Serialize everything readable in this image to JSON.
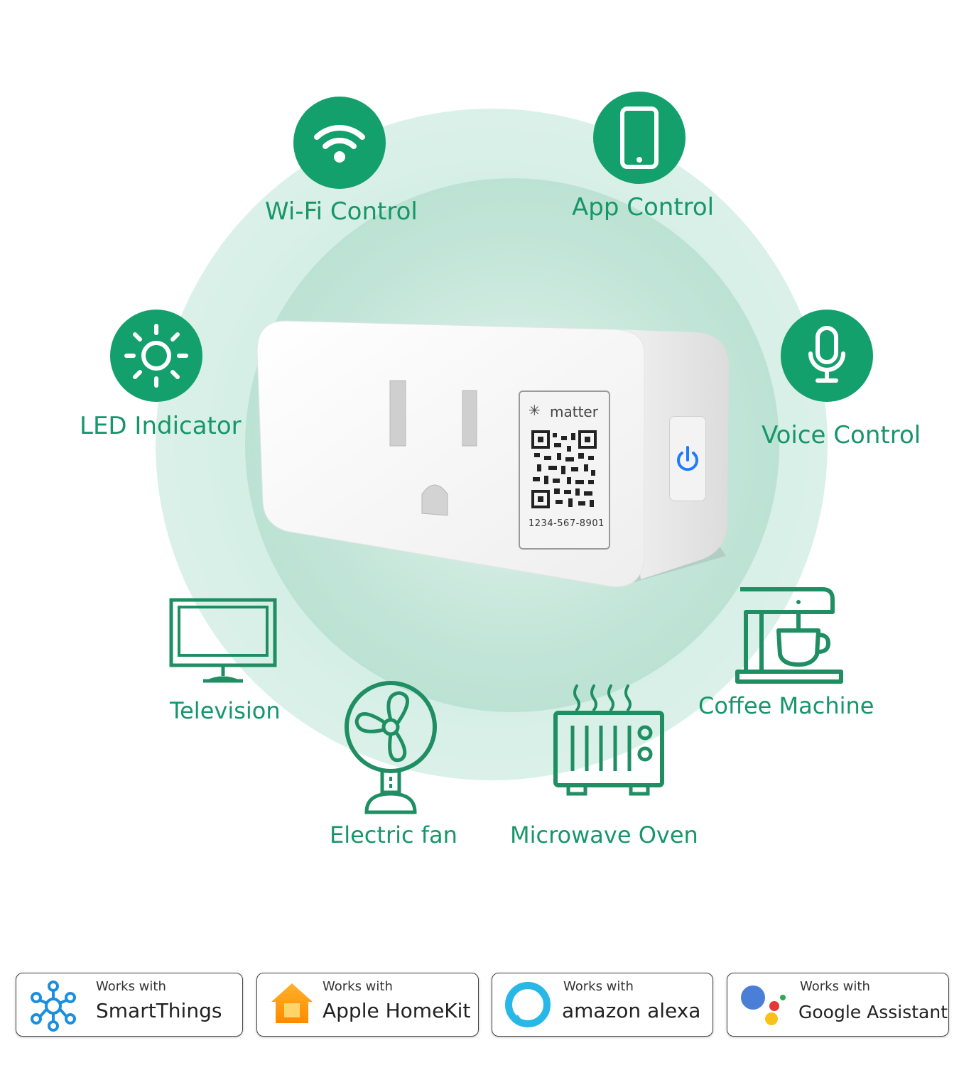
{
  "features": [
    {
      "id": "wifi",
      "label": "Wi-Fi Control",
      "icon": "wifi-icon"
    },
    {
      "id": "app",
      "label": "App Control",
      "icon": "smartphone-icon"
    },
    {
      "id": "led",
      "label": "LED Indicator",
      "icon": "sun-icon"
    },
    {
      "id": "voice",
      "label": "Voice Control",
      "icon": "microphone-icon"
    }
  ],
  "appliances": [
    {
      "id": "tv",
      "label": "Television",
      "icon": "television-icon"
    },
    {
      "id": "fan",
      "label": "Electric fan",
      "icon": "fan-icon"
    },
    {
      "id": "microwave",
      "label": "Microwave Oven",
      "icon": "microwave-oven-icon"
    },
    {
      "id": "coffee",
      "label": "Coffee Machine",
      "icon": "coffee-machine-icon"
    }
  ],
  "device": {
    "brand": "matter",
    "setup_code": "1234-567-8901",
    "icon_power": "power-icon"
  },
  "badges": [
    {
      "id": "smartthings",
      "small": "Works with",
      "big": "SmartThings",
      "icon": "smartthings-icon"
    },
    {
      "id": "homekit",
      "small": "Works with",
      "big": "Apple HomeKit",
      "icon": "homekit-icon"
    },
    {
      "id": "alexa",
      "small": "Works with",
      "big": "amazon alexa",
      "icon": "alexa-icon"
    },
    {
      "id": "google",
      "small": "Works with",
      "big": "Google Assistant",
      "icon": "google-assistant-icon"
    }
  ],
  "colors": {
    "accent": "#13a06c",
    "text": "#17966a"
  }
}
